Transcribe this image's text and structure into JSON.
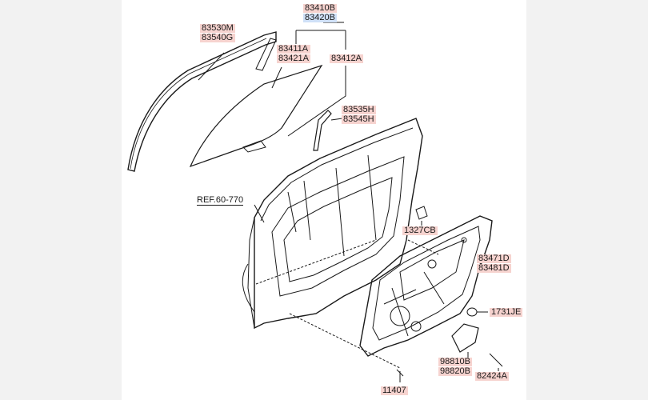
{
  "labels": {
    "glass_run": [
      "83530M",
      "83540G"
    ],
    "glass_assy_a": "83410B",
    "glass_assy_b": "83420B",
    "glass": [
      "83411A",
      "83421A"
    ],
    "glass_sub": "83412A",
    "channel": [
      "83535H",
      "83545H"
    ],
    "ref": "REF.60-770",
    "plug": "1327CB",
    "regulator": [
      "83471D",
      "83481D"
    ],
    "grommet": "1731JE",
    "motor": [
      "98810B",
      "98820B"
    ],
    "bolt_a": "82424A",
    "bolt_b": "11407"
  },
  "colors": {
    "label_bg": "#f6d3cf",
    "label_bg_alt": "#cfe0f7",
    "line": "#1a1a1a",
    "side_panel": "#f2f2f2"
  }
}
